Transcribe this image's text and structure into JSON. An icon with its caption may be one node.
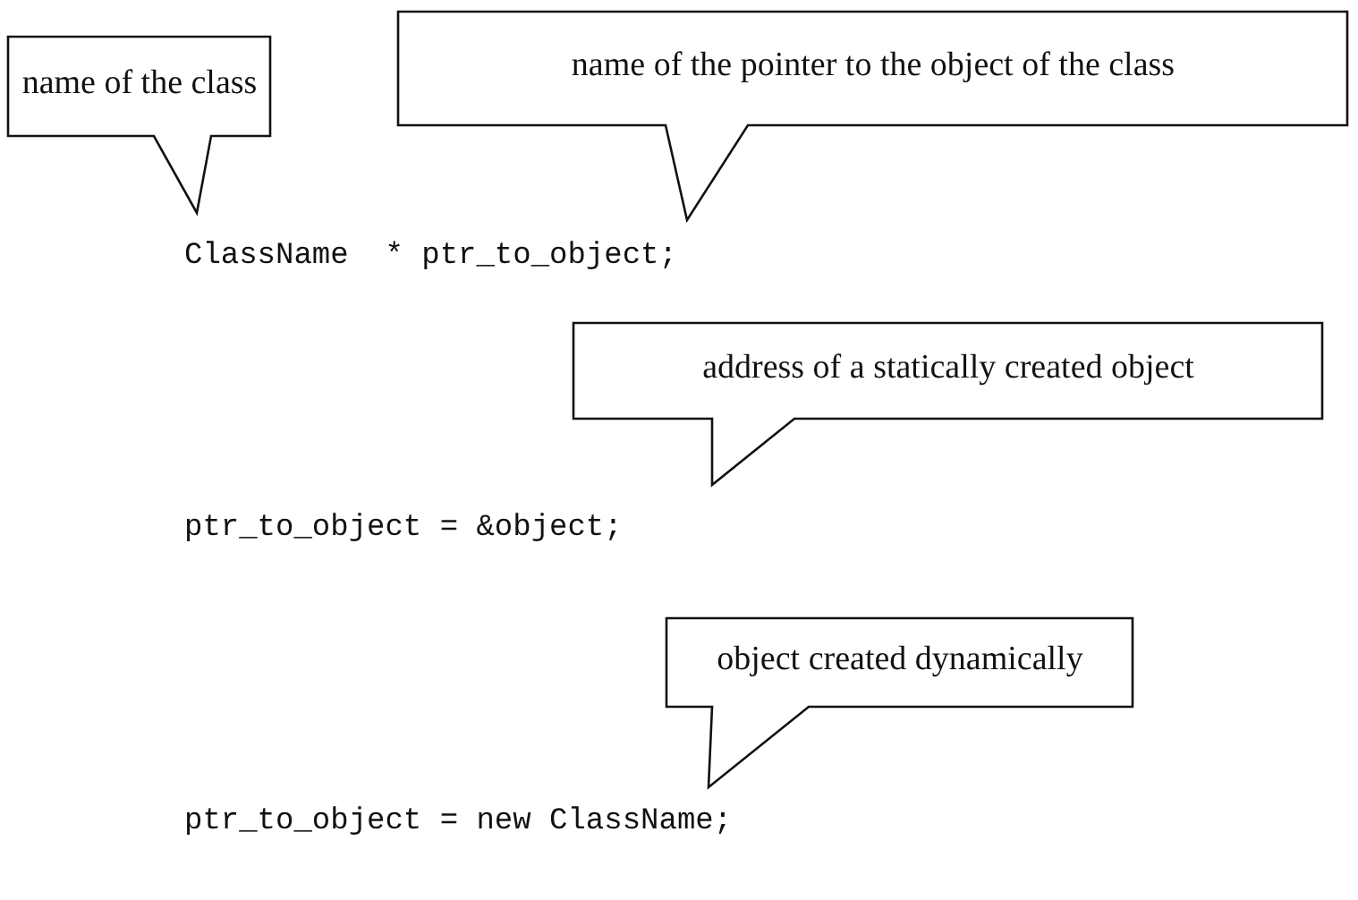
{
  "diagram": {
    "nodes": [
      {
        "text": [
          "name of the class"
        ]
      },
      {
        "text": [
          "name of the pointer to the object of the class"
        ]
      },
      {
        "text": [
          "address of a statically created object"
        ]
      },
      {
        "text": [
          "object created dynamically"
        ]
      }
    ],
    "labels": [
      "ClassName  * ptr_to_object;",
      "ptr_to_object = &object;",
      "ptr_to_object = new ClassName;"
    ]
  }
}
